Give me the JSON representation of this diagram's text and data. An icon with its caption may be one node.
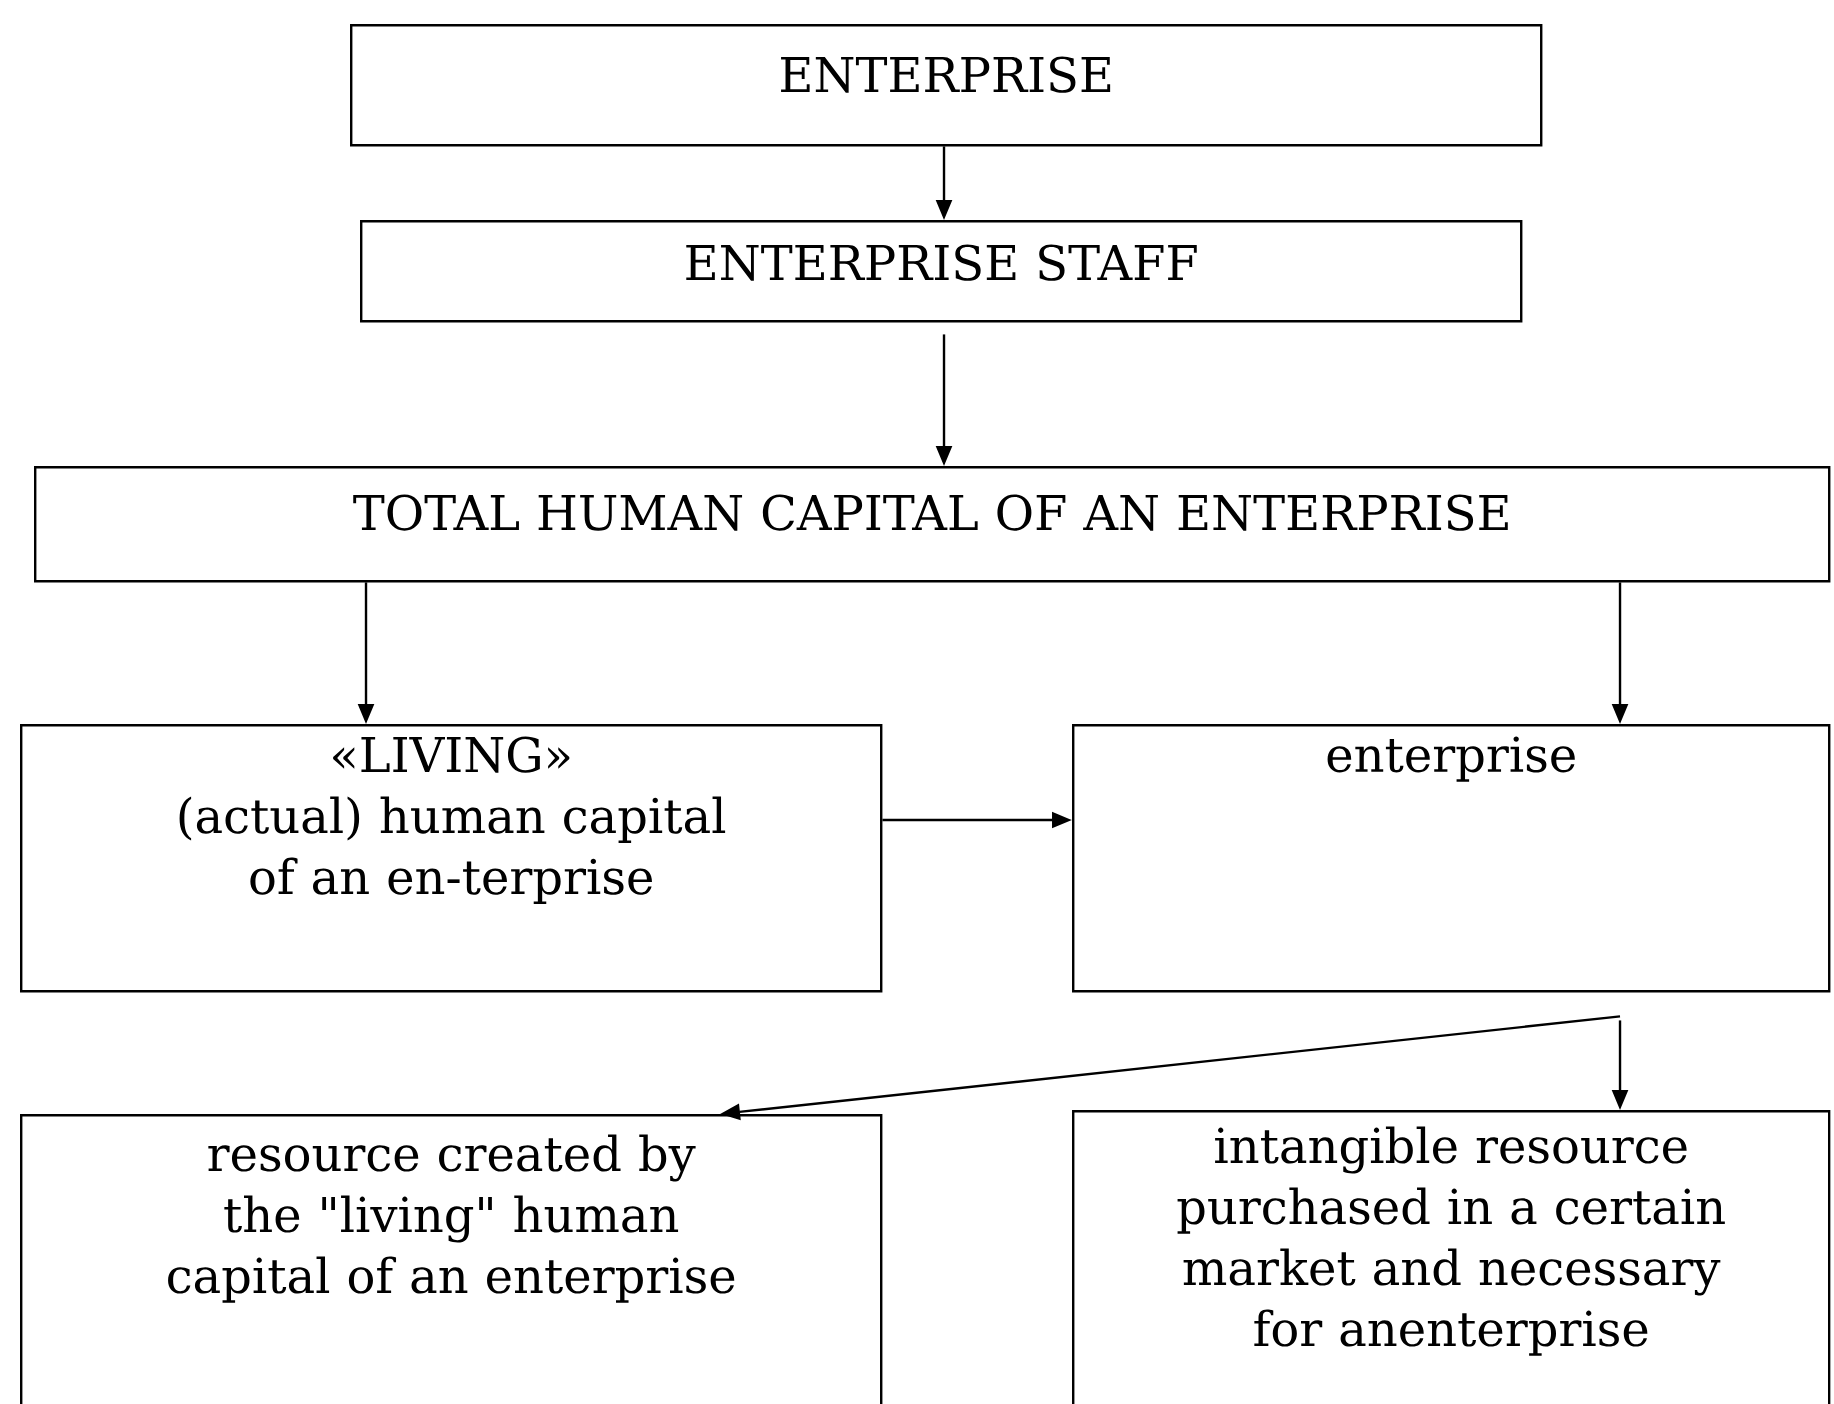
{
  "diagram": {
    "nodes": [
      {
        "text": [
          "ENTERPRISE"
        ]
      },
      {
        "text": [
          "ENTERPRISE STAFF"
        ]
      },
      {
        "text": [
          "TOTAL HUMAN CAPITAL OF AN ENTERPRISE"
        ]
      },
      {
        "text": [
          "«LIVING»",
          "(actual) human capital of an en-terprise"
        ]
      },
      {
        "text": [
          "enterprise"
        ]
      },
      {
        "text": [
          "resource created by the \"living\" human capital of an enterprise"
        ]
      },
      {
        "text": [
          "intangible resource purchased in a certain market and necessary for anenterprise"
        ]
      }
    ],
    "edges": [
      {
        "from": 0,
        "to": 1,
        "arrow": "to"
      },
      {
        "from": 1,
        "to": 2,
        "arrow": "to"
      },
      {
        "from": 2,
        "to": 3,
        "arrow": "to"
      },
      {
        "from": 2,
        "to": 4,
        "arrow": "to"
      },
      {
        "from": 3,
        "to": 4,
        "arrow": "to"
      },
      {
        "from": 4,
        "to": 5,
        "arrow": "to"
      },
      {
        "from": 4,
        "to": 6,
        "arrow": "to"
      }
    ]
  }
}
